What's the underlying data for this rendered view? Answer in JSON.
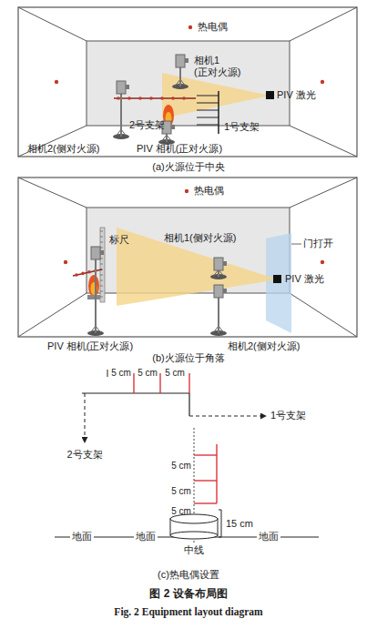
{
  "diagram": {
    "caption": "图 2 设备布局图",
    "labels": [
      "热电偶",
      "相机1 (正对火源)",
      "PIV 激光",
      "1号支架",
      "2号支架",
      "相机2(侧对火源)",
      "PIV 相机(正对火源)",
      "(a)火源位于中央",
      "热电偶",
      "相机1(侧对火源)",
      "门打开",
      "标尺",
      "PIV 激光",
      "PIV 相机(正对火源)",
      "相机2(侧对火源)",
      "(b)火源位于角落",
      "5 cm",
      "5 cm",
      "5 cm",
      "1号支架",
      "2号支架",
      "5 cm",
      "5 cm",
      "5 cm",
      "15 cm",
      "地面",
      "地面",
      "地面",
      "中线",
      "(c)热电偶设置",
      "Fig. 2 Equipment layout diagram"
    ]
  }
}
